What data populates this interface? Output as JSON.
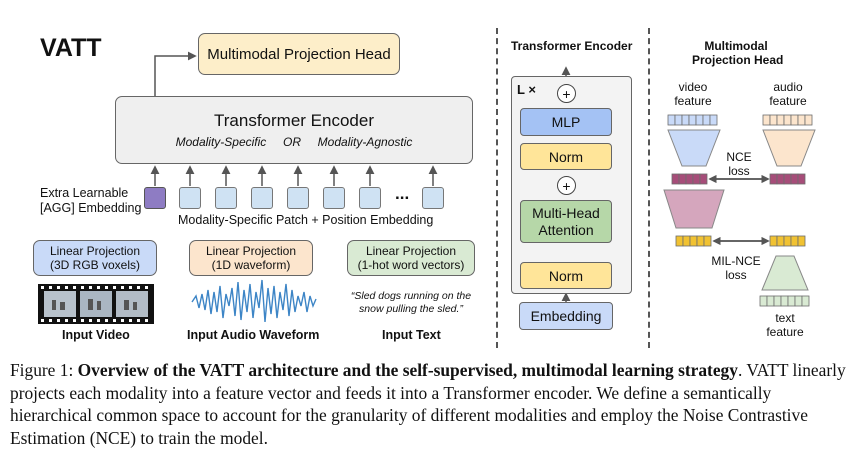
{
  "vatt_title": "VATT",
  "projection_head": "Multimodal Projection Head",
  "encoder": {
    "title": "Transformer Encoder",
    "subtitle_left": "Modality-Specific",
    "subtitle_mid": "OR",
    "subtitle_right": "Modality-Agnostic"
  },
  "agg_label_line1": "Extra Learnable",
  "agg_label_line2": "[AGG] Embedding",
  "ellipsis": "...",
  "patch_embedding": "Modality-Specific Patch + Position Embedding",
  "inputs": [
    {
      "proj_line1": "Linear Projection",
      "proj_line2": "(3D RGB voxels)",
      "label": "Input Video"
    },
    {
      "proj_line1": "Linear Projection",
      "proj_line2": "(1D waveform)",
      "label": "Input Audio Waveform"
    },
    {
      "proj_line1": "Linear Projection",
      "proj_line2": "(1-hot word vectors)",
      "label": "Input Text"
    }
  ],
  "input_text_quote_line1": "“Sled dogs running on the",
  "input_text_quote_line2": "snow pulling the sled.”",
  "encoder_panel": {
    "title": "Transformer Encoder",
    "repeat": "L ×",
    "plus": "+",
    "mlp": "MLP",
    "norm": "Norm",
    "attention_line1": "Multi-Head",
    "attention_line2": "Attention",
    "embedding": "Embedding"
  },
  "head_panel": {
    "title_line1": "Multimodal",
    "title_line2": "Projection Head",
    "video_feature_line1": "video",
    "video_feature_line2": "feature",
    "audio_feature_line1": "audio",
    "audio_feature_line2": "feature",
    "nce_line1": "NCE",
    "nce_line2": "loss",
    "milnce_line1": "MIL-NCE",
    "milnce_line2": "loss",
    "text_feature_line1": "text",
    "text_feature_line2": "feature"
  },
  "caption": {
    "label": "Figure 1:",
    "bold": "Overview of the VATT architecture and the self-supervised, multimodal learning strategy",
    "rest": ". VATT linearly projects each modality into a feature vector and feeds it into a Transformer encoder. We define a semantically hierarchical common space to account for the granularity of different modalities and employ the Noise Contrastive Estimation (NCE) to train the model."
  },
  "colors": {
    "projection_head": "#fdeec9",
    "encoder": "#efefef",
    "agg": "#8e7cc3",
    "token": "#cfe2f3",
    "video_proj": "#c9daf8",
    "audio_proj": "#fce5cd",
    "text_proj": "#d9ead3",
    "mlp": "#a4c2f4",
    "norm": "#ffe599",
    "attention": "#b6d7a8",
    "embedding": "#c9daf8",
    "video_trap": "#c9daf8",
    "audio_trap": "#fce5cd",
    "va_trap": "#d5a6bd",
    "text_trap": "#d9ead3",
    "waveform": "#3d85c6"
  }
}
